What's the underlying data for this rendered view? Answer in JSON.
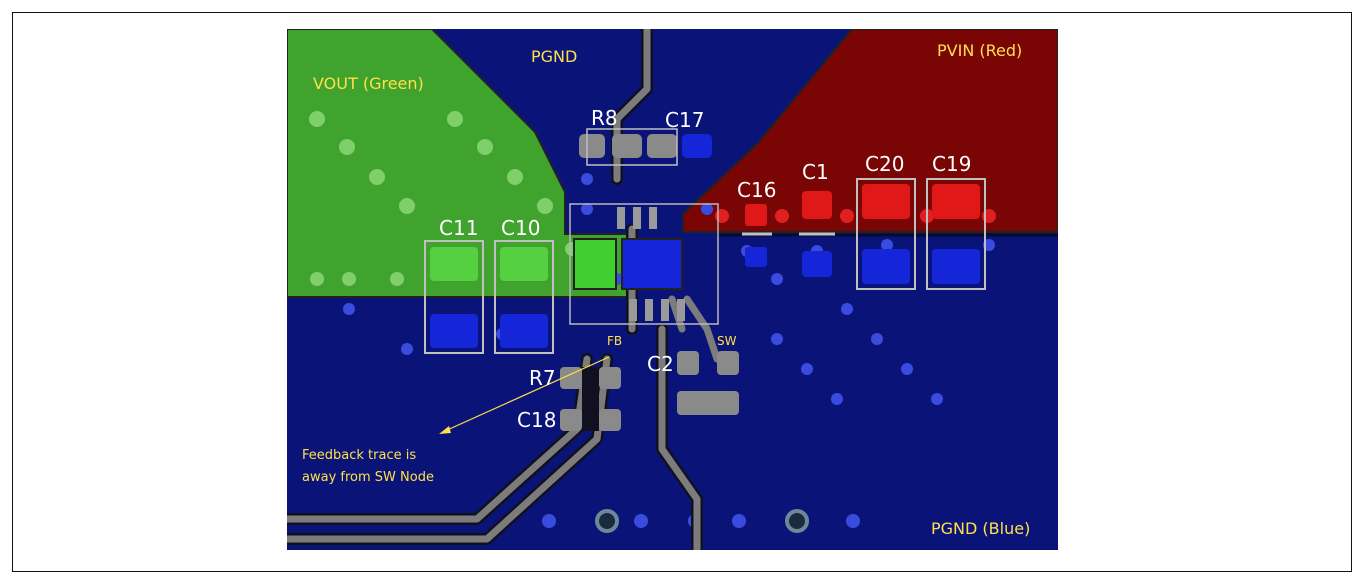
{
  "nets": {
    "vout": "VOUT (Green)",
    "pgnd_top": "PGND",
    "pvin": "PVIN (Red)",
    "pgnd_bottom": "PGND (Blue)"
  },
  "components": {
    "r8": "R8",
    "c17": "C17",
    "c16": "C16",
    "c1": "C1",
    "c20": "C20",
    "c19": "C19",
    "c11": "C11",
    "c10": "C10",
    "r7": "R7",
    "c18": "C18",
    "c2": "C2"
  },
  "pins": {
    "fb": "FB",
    "sw": "SW"
  },
  "annotation": {
    "line1": "Feedback trace is",
    "line2": "away from SW Node"
  },
  "colors": {
    "pgnd": "#0a1478",
    "vout": "#3fa32d",
    "pvin": "#7a0505",
    "trace": "#7c7c7c",
    "label": "#ffe04a",
    "refdes": "#ffffff"
  }
}
